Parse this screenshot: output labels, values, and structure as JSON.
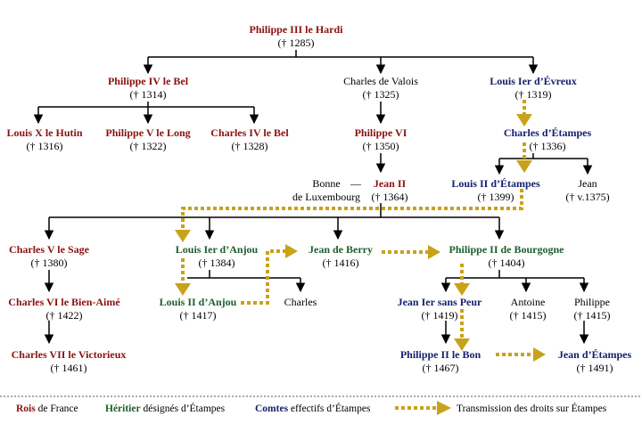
{
  "nodes": {
    "philippe3": {
      "name": "Philippe III le Hardi",
      "date": "(† 1285)"
    },
    "philippe4": {
      "name": "Philippe IV le Bel",
      "date": "(† 1314)"
    },
    "charles_valois": {
      "name": "Charles de Valois",
      "date": "(† 1325)"
    },
    "louis_evreux": {
      "name": "Louis Ier d’Évreux",
      "date": "(† 1319)"
    },
    "louis10": {
      "name": "Louis X le Hutin",
      "date": "(† 1316)"
    },
    "philippe5": {
      "name": "Philippe V le Long",
      "date": "(† 1322)"
    },
    "charles4": {
      "name": "Charles IV le Bel",
      "date": "(† 1328)"
    },
    "philippe6": {
      "name": "Philippe VI",
      "date": "(† 1350)"
    },
    "charles_etampes": {
      "name": "Charles d’Étampes",
      "date": "(† 1336)"
    },
    "bonne_line1": "Bonne",
    "bonne_line2": "de Luxembourg",
    "bonne_dash": "—",
    "jean2": {
      "name": "Jean II",
      "date": "(† 1364)"
    },
    "louis2_etampes": {
      "name": "Louis II d’Étampes",
      "date": "(† 1399)"
    },
    "jean_evreux": {
      "name": "Jean",
      "date": "(† v.1375)"
    },
    "charles5": {
      "name": "Charles V le Sage",
      "date": "(† 1380)"
    },
    "louis1_anjou": {
      "name": "Louis Ier d’Anjou",
      "date": "(† 1384)"
    },
    "jean_berry": {
      "name": "Jean de Berry",
      "date": "(† 1416)"
    },
    "philippe2_bourgogne": {
      "name": "Philippe II de Bourgogne",
      "date": "(† 1404)"
    },
    "charles6": {
      "name": "Charles VI le Bien-Aimé",
      "date": "(† 1422)"
    },
    "louis2_anjou": {
      "name": "Louis II d’Anjou",
      "date": "(† 1417)"
    },
    "charles_anjou": {
      "name": "Charles",
      "date": ""
    },
    "jean_sans_peur": {
      "name": "Jean Ier sans Peur",
      "date": "(† 1419)"
    },
    "antoine": {
      "name": "Antoine",
      "date": "(† 1415)"
    },
    "philippe_b": {
      "name": "Philippe",
      "date": "(† 1415)"
    },
    "charles7": {
      "name": "Charles VII le Victorieux",
      "date": "(† 1461)"
    },
    "philippe2_bon": {
      "name": "Philippe II le Bon",
      "date": "(† 1467)"
    },
    "jean_etampes": {
      "name": "Jean d’Étampes",
      "date": "(† 1491)"
    }
  },
  "legend": {
    "rois_bold": "Rois",
    "rois_rest": " de France",
    "heritier_bold": "Héritier",
    "heritier_rest": " désignés d’Étampes",
    "comtes_bold": "Comtes",
    "comtes_rest": " effectifs d’Étampes",
    "transmission": "Transmission des droits sur Étampes"
  },
  "colors": {
    "roi": "#8b1010",
    "heritier": "#1d5e2d",
    "comte": "#14206e",
    "transmission": "#c9a21a",
    "line": "#000000"
  }
}
